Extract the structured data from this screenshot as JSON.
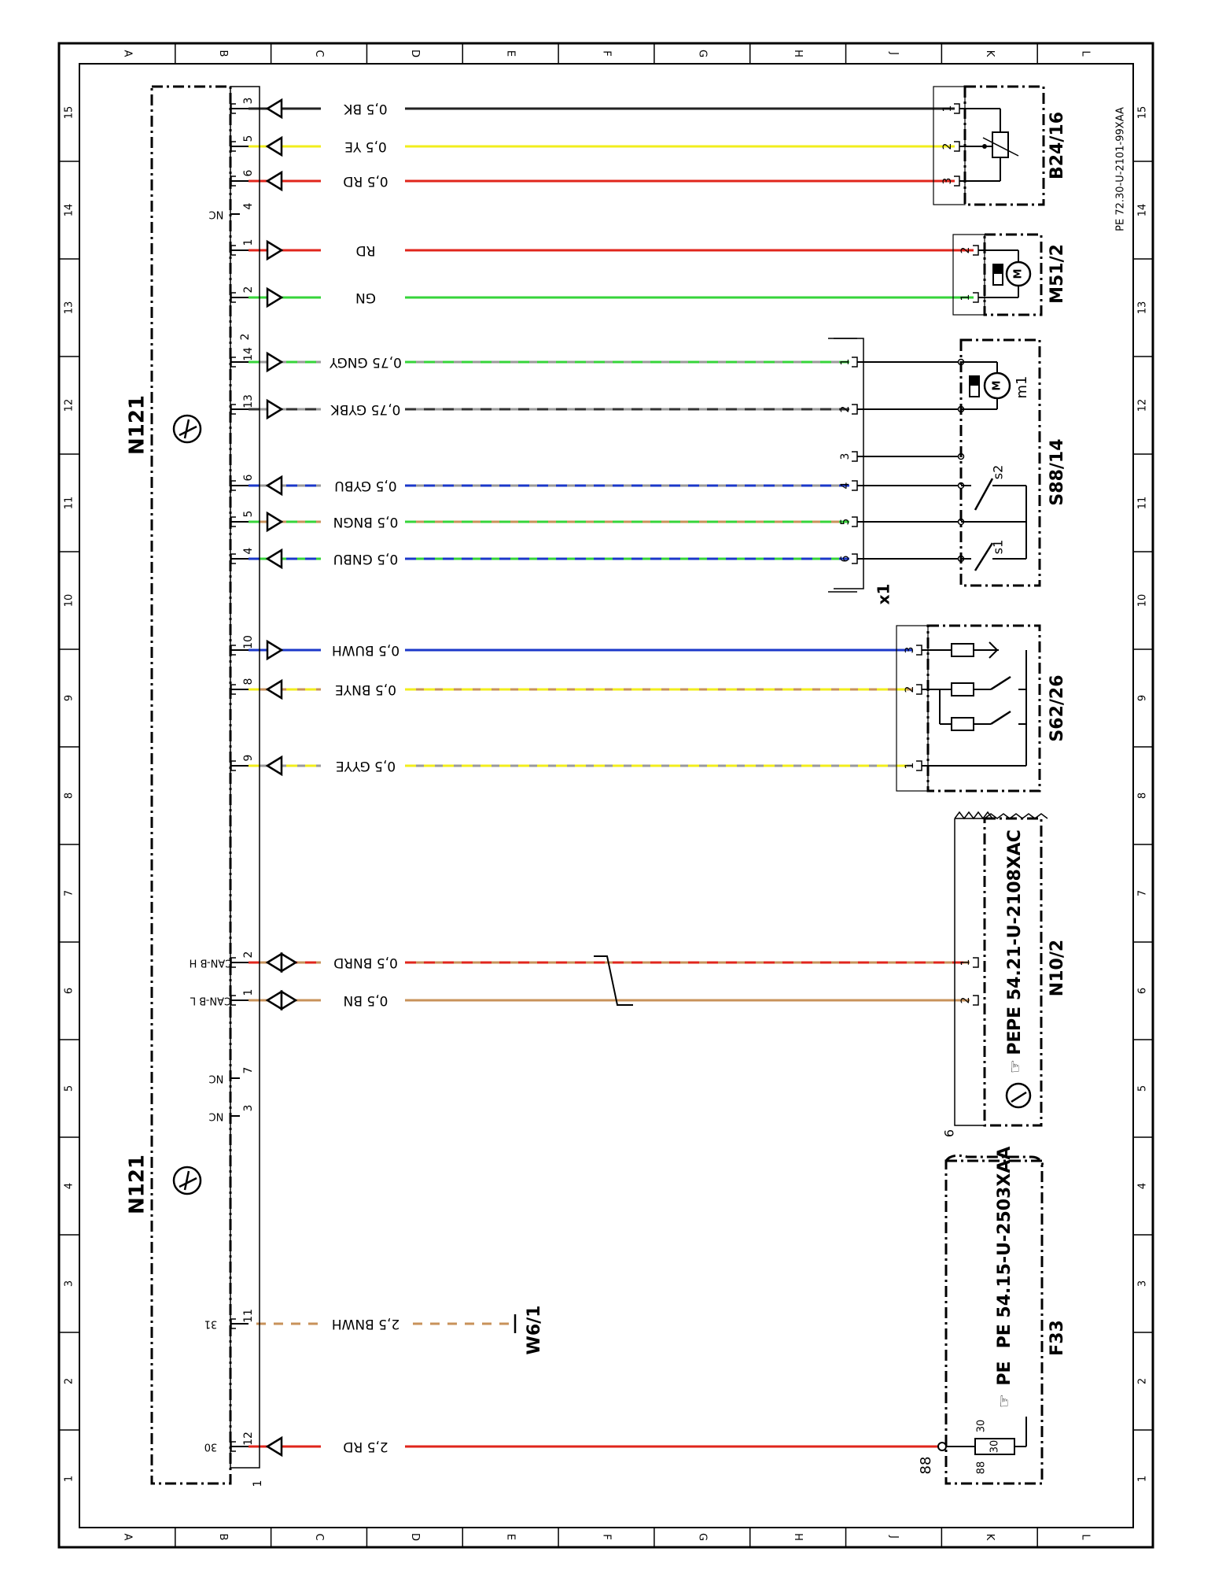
{
  "drawing_ref": "PE 72.30-U-2101-99XAA",
  "grid": {
    "letters": [
      "A",
      "B",
      "C",
      "D",
      "E",
      "F",
      "G",
      "H",
      "J",
      "K",
      "L"
    ],
    "numbers": [
      "1",
      "2",
      "3",
      "4",
      "5",
      "6",
      "7",
      "8",
      "9",
      "10",
      "11",
      "12",
      "13",
      "14",
      "15"
    ]
  },
  "control_unit": {
    "name": "N121",
    "not_connected": "NC",
    "connector_labels": {
      "c1": "1",
      "c2": "2"
    }
  },
  "wires": [
    {
      "pin": "3",
      "label": "0,5 BK",
      "color": "#222222",
      "stripe": ""
    },
    {
      "pin": "5",
      "label": "0,5 YE",
      "color": "#f2ee1c",
      "stripe": ""
    },
    {
      "pin": "6",
      "label": "0,5 RD",
      "color": "#e0251b",
      "stripe": ""
    },
    {
      "pin": "1",
      "label": "RD",
      "color": "#e0251b",
      "stripe": ""
    },
    {
      "pin": "2",
      "label": "GN",
      "color": "#36d43a",
      "stripe": ""
    },
    {
      "pin": "14",
      "label": "0,75 GNGY",
      "color": "#9a9a9a",
      "stripe": "#36d43a"
    },
    {
      "pin": "13",
      "label": "0,75 GYBK",
      "color": "#9a9a9a",
      "stripe": "#333333"
    },
    {
      "pin": "6",
      "label": "0,5 GYBU",
      "color": "#9a9a9a",
      "stripe": "#1b38c9"
    },
    {
      "pin": "5",
      "label": "0,5 BNGN",
      "color": "#c8925a",
      "stripe": "#36d43a"
    },
    {
      "pin": "4",
      "label": "0,5 GNBU",
      "color": "#36d43a",
      "stripe": "#1b38c9"
    },
    {
      "pin": "10",
      "label": "0,5 BUWH",
      "color": "#1b38c9",
      "stripe": ""
    },
    {
      "pin": "8",
      "label": "0,5 BNYE",
      "color": "#c8925a",
      "stripe": "#f2ee1c"
    },
    {
      "pin": "9",
      "label": "0,5 GYYE",
      "color": "#9a9a9a",
      "stripe": "#f2ee1c"
    },
    {
      "pin": "2",
      "label": "0,5 BNRD",
      "color": "#c8925a",
      "stripe": "#e0251b",
      "signal": "CAN-B H"
    },
    {
      "pin": "1",
      "label": "0,5 BN",
      "color": "#c8925a",
      "stripe": "",
      "signal": "CAN-B L"
    },
    {
      "pin": "11",
      "label": "2,5 BNWH",
      "color": "#c8925a",
      "stripe": "#ffffff",
      "signal": "31"
    },
    {
      "pin": "12",
      "label": "2,5 RD",
      "color": "#e0251b",
      "stripe": "",
      "signal": "30"
    }
  ],
  "nc_pins": [
    "4",
    "7",
    "3"
  ],
  "components": {
    "b24": {
      "name": "B24/16",
      "pins": [
        "1",
        "2",
        "3"
      ]
    },
    "m51": {
      "name": "M51/2",
      "pins": [
        "2",
        "1"
      ],
      "motor": "M"
    },
    "s88": {
      "name": "S88/14",
      "connector": "x1",
      "pins": [
        "1",
        "2",
        "3",
        "4",
        "5",
        "6"
      ],
      "motor": "M",
      "motor_label": "m1",
      "switches": [
        "s2",
        "s1"
      ]
    },
    "s62": {
      "name": "S62/26",
      "pins": [
        "3",
        "2",
        "1"
      ]
    },
    "n10": {
      "name": "N10/2",
      "ref": "PE 54.21-U-2108XAC",
      "pins": [
        "1",
        "2"
      ],
      "extra": "6",
      "pe": "PE"
    },
    "w6": {
      "name": "W6/1"
    },
    "f33": {
      "name": "F33",
      "ref": "PE 54.15-U-2503XAA",
      "pe": "PE",
      "fuse_left": "30",
      "fuse_right": "88",
      "fuse_inner": "30",
      "fuse_inner2": "88",
      "node": "88"
    }
  },
  "colors": {
    "frame": "#000000",
    "bk": "#222222",
    "ye": "#f2ee1c",
    "rd": "#e0251b",
    "gn": "#36d43a",
    "gy": "#9a9a9a",
    "bu": "#1b38c9",
    "bn": "#c8925a"
  }
}
